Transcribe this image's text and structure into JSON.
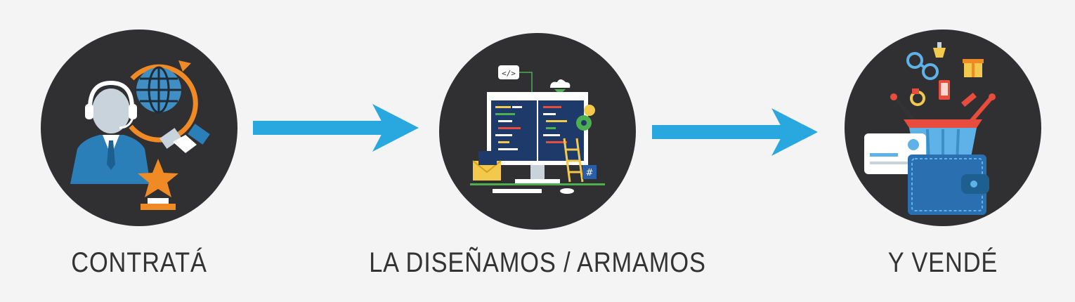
{
  "steps": [
    {
      "label": "CONTRATÁ",
      "icon": "customer-support-agent-icon"
    },
    {
      "label": "LA DISEÑAMOS / ARMAMOS",
      "icon": "web-development-monitor-icon"
    },
    {
      "label": "Y VENDÉ",
      "icon": "shopping-basket-wallet-icon"
    }
  ],
  "colors": {
    "background": "#f4f4f4",
    "circle": "#303033",
    "arrow": "#29a8e0",
    "text": "#333333",
    "accent_blue": "#2a7fb8",
    "accent_orange": "#f08a24"
  }
}
